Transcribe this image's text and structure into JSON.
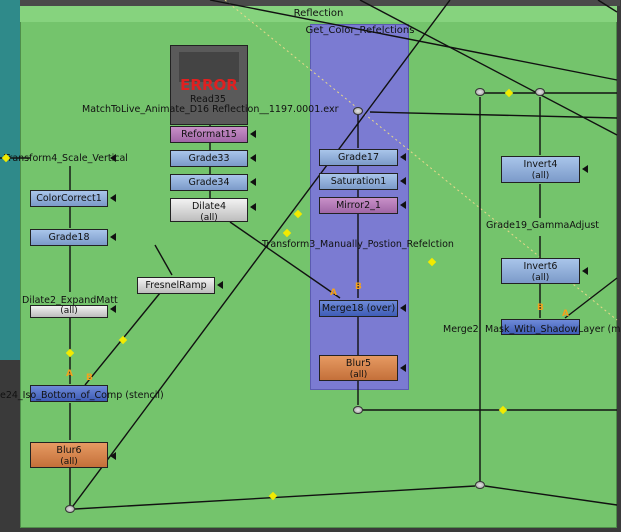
{
  "backdrop": {
    "title": "Reflection"
  },
  "subgroup": {
    "title": "Get_Color_Refelctions"
  },
  "read_node": {
    "error_text": "ERROR",
    "name": "Read35",
    "filename": "MatchToLive_Animate_D16 Reflection__1197.0001.exr"
  },
  "nodes": {
    "reformat15": "Reformat15",
    "grade33": "Grade33",
    "grade34": "Grade34",
    "dilate4": "Dilate4",
    "dilate4_sub": "(all)",
    "transform4": "Transform4_Scale_Vertical",
    "colorcorrect1": "ColorCorrect1",
    "grade18": "Grade18",
    "fresnelramp": "FresnelRamp",
    "dilate2": "Dilate2_ExpandMatt",
    "dilate2_sub": "(all)",
    "merge24": "e24_Iso_Bottom_of_Comp (stencil)",
    "blur6": "Blur6",
    "blur6_sub": "(all)",
    "grade17": "Grade17",
    "saturation1": "Saturation1",
    "mirror2": "Mirror2_1",
    "transform3": "Transform3_Manually_Postion_Refelction",
    "merge18": "Merge18 (over)",
    "blur5": "Blur5",
    "blur5_sub": "(all)",
    "invert4": "Invert4",
    "invert4_sub": "(all)",
    "grade19": "Grade19_GammaAdjust",
    "invert6": "Invert6",
    "invert6_sub": "(all)",
    "merge2x": "Merge2",
    "mask": "Mask_With_ShadowLayer (m"
  },
  "inputs": {
    "a": "A",
    "b": "B"
  },
  "colors": {
    "backdrop": "#74c46c",
    "subgroup": "#7b7bd2",
    "error": "#e02020",
    "input_label": "#f3a11e",
    "dot_marker": "#f2ea00"
  }
}
